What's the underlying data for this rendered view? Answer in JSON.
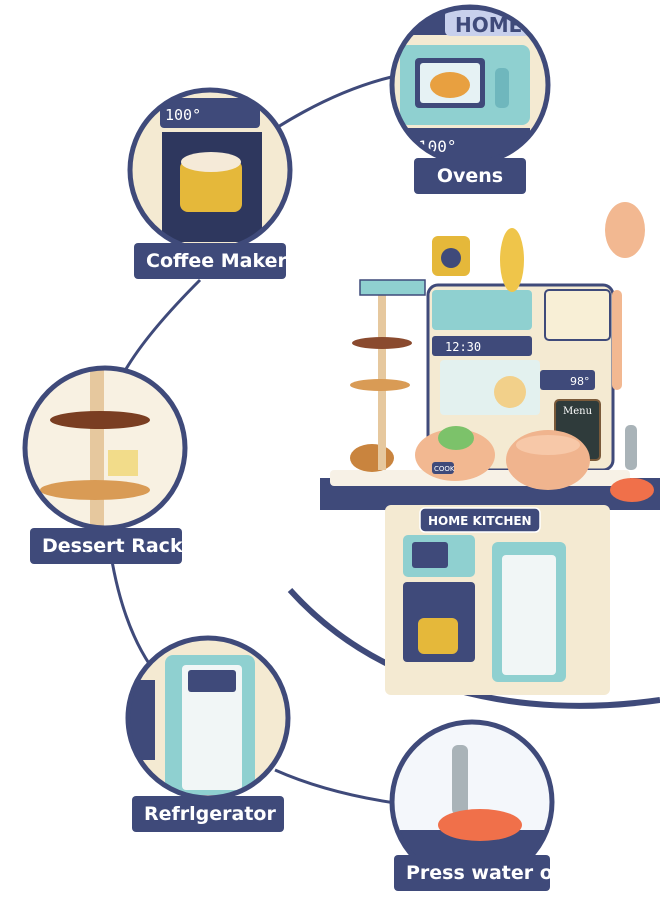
{
  "callouts": {
    "ovens": "Ovens",
    "coffee_maker": "Coffee Maker",
    "dessert_rack": "Dessert Rack",
    "refrigerator": "Refrlgerator",
    "press_water_out": "Press water out"
  },
  "toy_text": {
    "home_sign_top": "HOME",
    "brand_panel": "HOME KITCHEN",
    "oven_display": "100°",
    "clock_display": "12:30",
    "temp_display": "98°",
    "menu_board": "Menu",
    "cook_button": "COOK"
  },
  "colors": {
    "navy": "#3f4a7a",
    "cream": "#f4ead2",
    "teal": "#8fd0d0",
    "peach": "#f2b891",
    "mustard": "#e5b83a"
  }
}
